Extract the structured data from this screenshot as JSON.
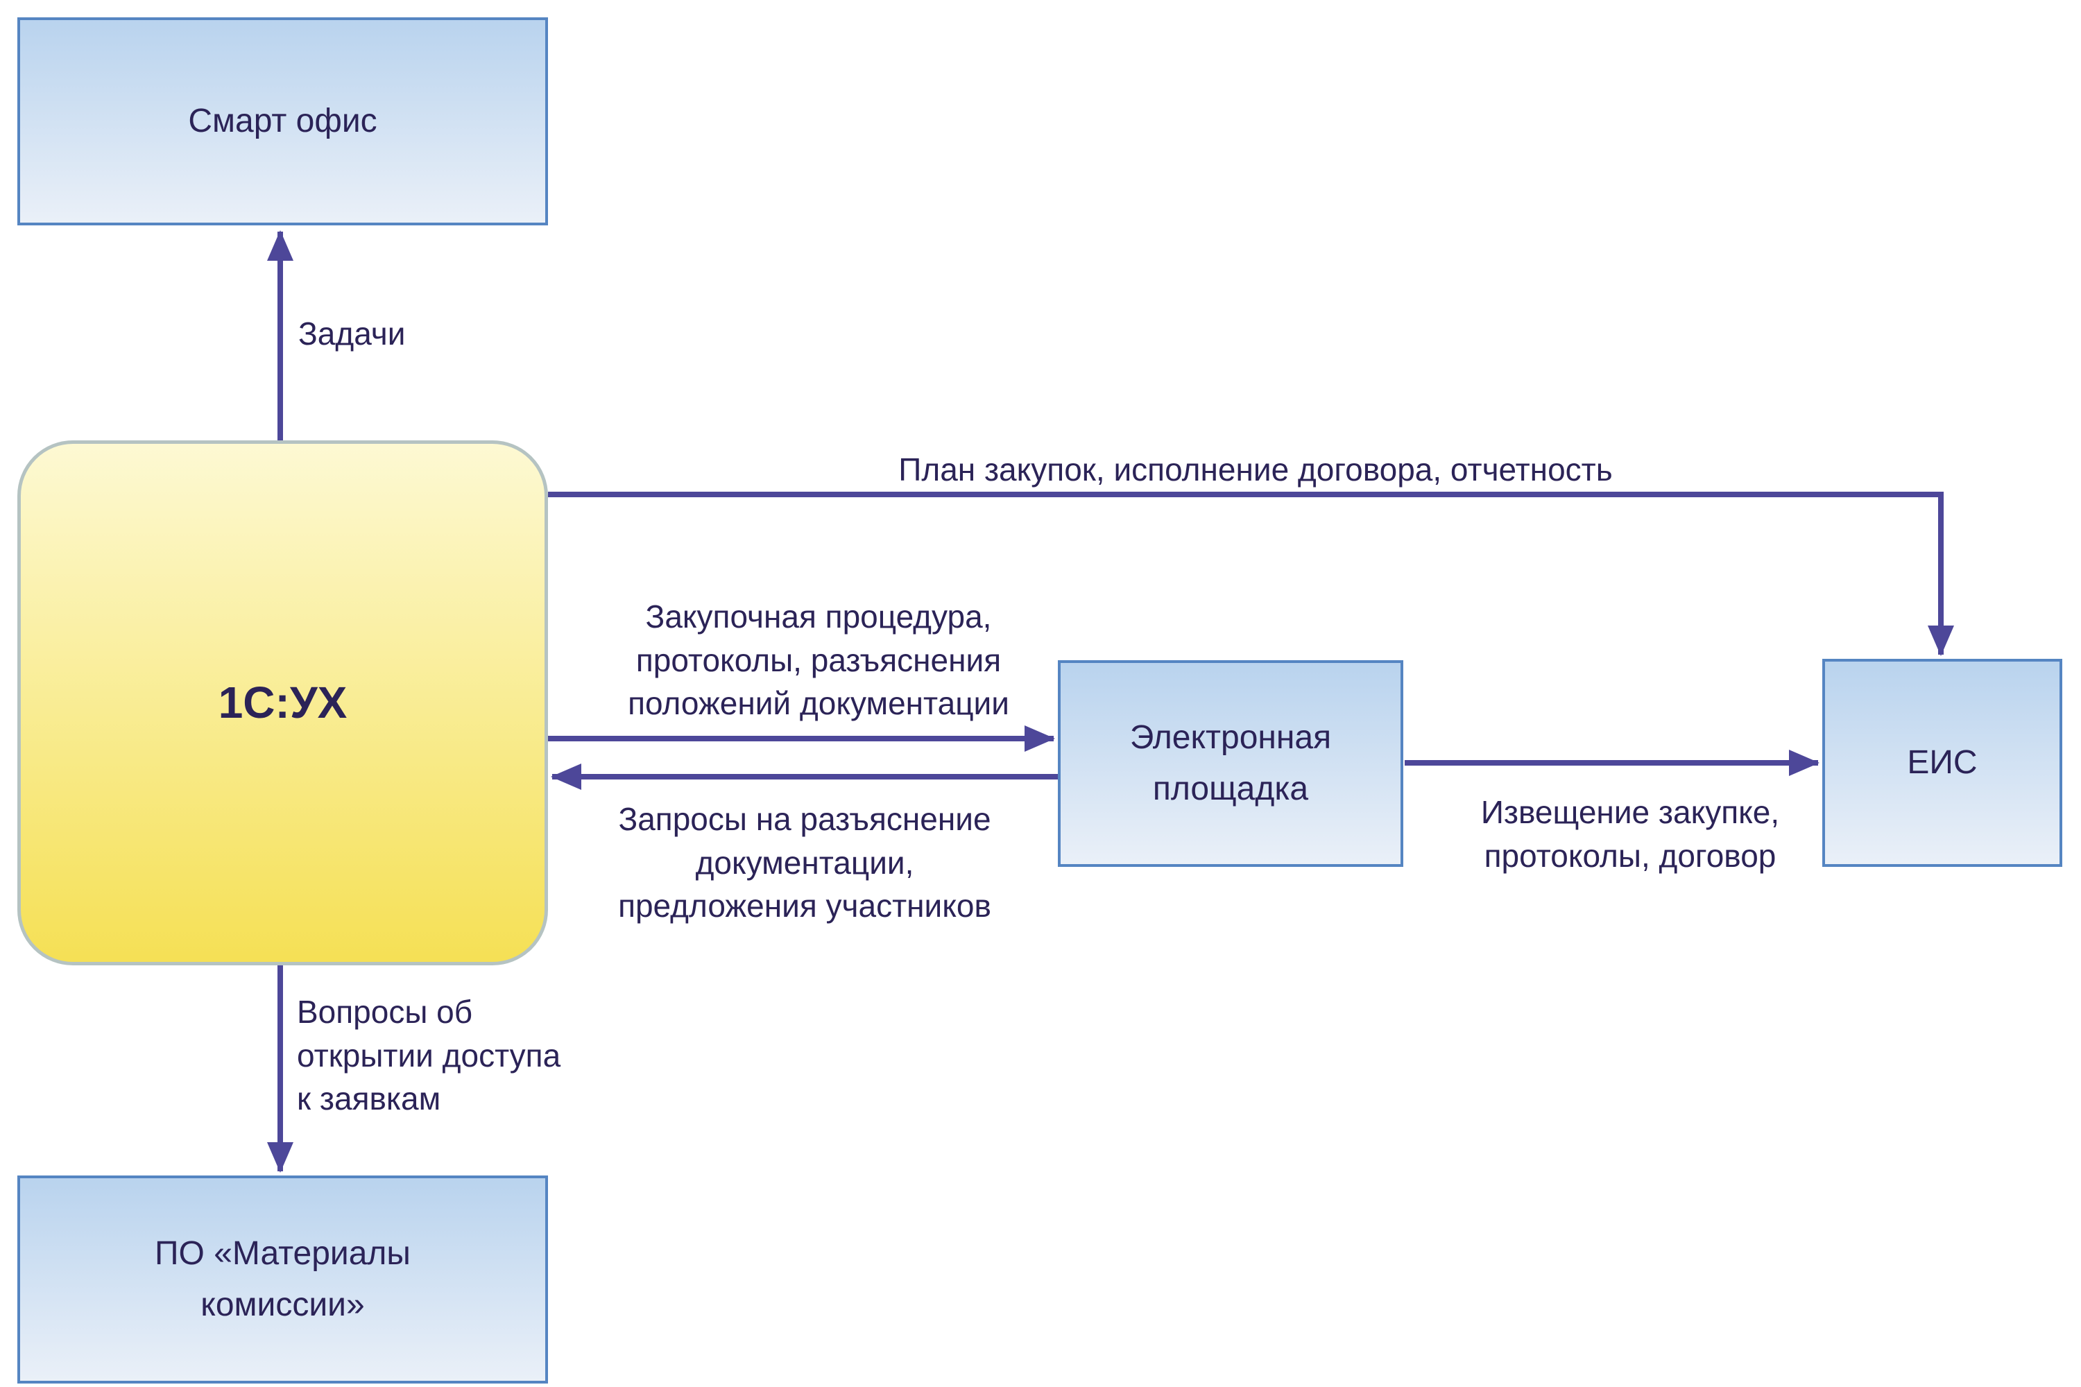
{
  "diagram": {
    "nodes": {
      "smart_office": {
        "label": "Смарт офис"
      },
      "one_c_uh": {
        "label": "1С:УХ"
      },
      "electronic_platform": {
        "label": "Электронная\nплощадка"
      },
      "eis": {
        "label": "ЕИС"
      },
      "po_materials": {
        "label": "ПО «Материалы\nкомиссии»"
      }
    },
    "edges": {
      "tasks": {
        "label": "Задачи",
        "from": "one_c_uh",
        "to": "smart_office"
      },
      "plan": {
        "label": "План закупок, исполнение договора, отчетность",
        "from": "one_c_uh",
        "to": "eis"
      },
      "procedure": {
        "label": "Закупочная процедура,\nпротоколы, разъяснения\nположений документации",
        "from": "one_c_uh",
        "to": "electronic_platform"
      },
      "requests": {
        "label": "Запросы на разъяснение\nдокументации,\nпредложения участников",
        "from": "electronic_platform",
        "to": "one_c_uh"
      },
      "notice": {
        "label": "Извещение закупке,\nпротоколы, договор",
        "from": "electronic_platform",
        "to": "eis"
      },
      "questions": {
        "label": "Вопросы об\nоткрытии доступа\nк заявкам",
        "from": "one_c_uh",
        "to": "po_materials"
      }
    },
    "colors": {
      "background": "#ffffff",
      "arrow": "#4d4799",
      "label_text": "#2b2357",
      "blue_box_border": "#5585c2",
      "blue_box_fill_top": "#b9d3ee",
      "blue_box_fill_bottom": "#eaf0f8",
      "yellow_box_border": "#b5c3c2",
      "yellow_box_fill_top": "#fdf9d3",
      "yellow_box_fill_bottom": "#f5e055"
    }
  }
}
